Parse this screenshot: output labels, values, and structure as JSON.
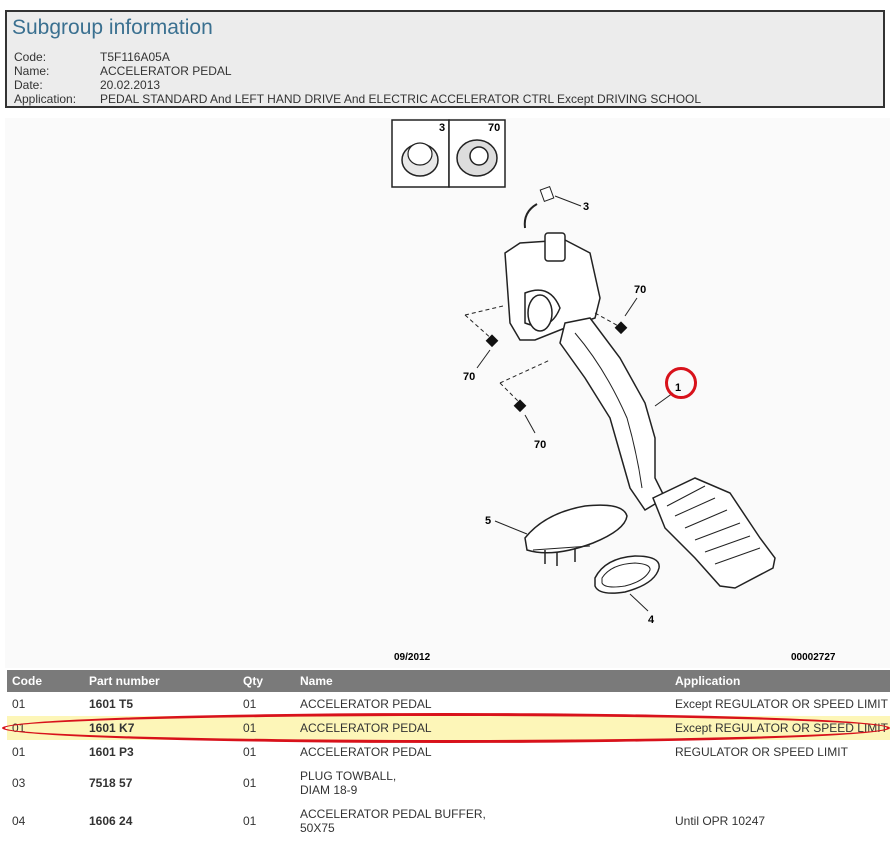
{
  "subgroup": {
    "title": "Subgroup information",
    "fields": [
      {
        "label": "Code:",
        "value": "T5F116A05A"
      },
      {
        "label": "Name:",
        "value": "ACCELERATOR PEDAL"
      },
      {
        "label": "Date:",
        "value": "20.02.2013"
      },
      {
        "label": "Application:",
        "value": "PEDAL STANDARD And LEFT HAND DRIVE And ELECTRIC ACCELERATOR CTRL Except DRIVING SCHOOL"
      }
    ]
  },
  "diagram": {
    "thumb_labels": [
      "3",
      "70"
    ],
    "callouts": [
      "3",
      "70",
      "70",
      "70",
      "1",
      "5",
      "4"
    ],
    "date_label": "09/2012",
    "ref_label": "00002727"
  },
  "table": {
    "headers": [
      "Code",
      "Part number",
      "Qty",
      "Name",
      "Application"
    ],
    "rows": [
      {
        "code": "01",
        "part": "1601 T5",
        "qty": "01",
        "name": [
          "ACCELERATOR PEDAL"
        ],
        "app": "Except REGULATOR OR SPEED LIMIT"
      },
      {
        "code": "01",
        "part": "1601 K7",
        "qty": "01",
        "name": [
          "ACCELERATOR PEDAL"
        ],
        "app": "Except REGULATOR OR SPEED LIMIT"
      },
      {
        "code": "01",
        "part": "1601 P3",
        "qty": "01",
        "name": [
          "ACCELERATOR PEDAL"
        ],
        "app": "REGULATOR OR SPEED LIMIT"
      },
      {
        "code": "03",
        "part": "7518 57",
        "qty": "01",
        "name": [
          "PLUG TOWBALL,",
          "DIAM 18-9"
        ],
        "app": ""
      },
      {
        "code": "04",
        "part": "1606 24",
        "qty": "01",
        "name": [
          "ACCELERATOR PEDAL BUFFER,",
          "50X75"
        ],
        "app": "Until OPR 10247"
      }
    ]
  },
  "colors": {
    "title": "#3a7090",
    "header_bg": "#7a7a7a",
    "highlight_row": "#fdf6b8",
    "annotation": "#d8121b"
  }
}
